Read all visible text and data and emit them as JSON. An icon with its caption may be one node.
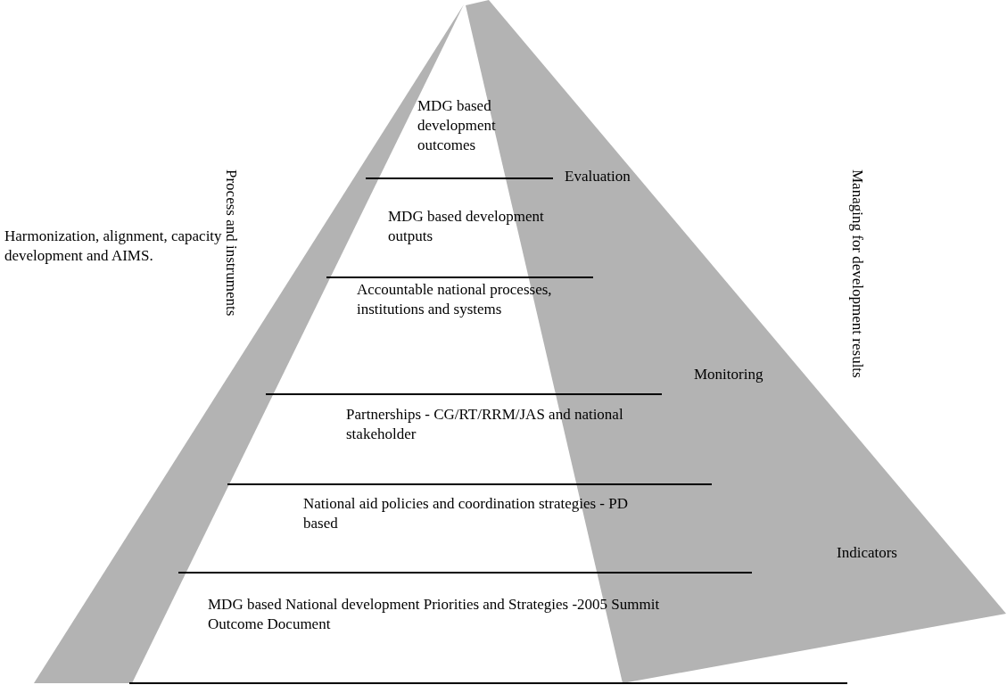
{
  "diagram": {
    "nodes": [
      {
        "text": [
          "MDG based development outcomes"
        ]
      },
      {
        "text": [
          "MDG based development outputs"
        ]
      },
      {
        "text": [
          "Accountable national processes, institutions and systems"
        ]
      },
      {
        "text": [
          "Partnerships - CG/RT/RRM/JAS and national stakeholder"
        ]
      },
      {
        "text": [
          "National aid policies and coordination strategies - PD based"
        ]
      },
      {
        "text": [
          "MDG based National development Priorities and Strategies  -2005 Summit Outcome Document"
        ]
      }
    ],
    "edges": [],
    "labels": [
      "Evaluation",
      "Process and instruments",
      "Managing for development results",
      "Monitoring",
      "Harmonization, alignment, capacity development and AIMS.",
      "Indicators"
    ]
  }
}
